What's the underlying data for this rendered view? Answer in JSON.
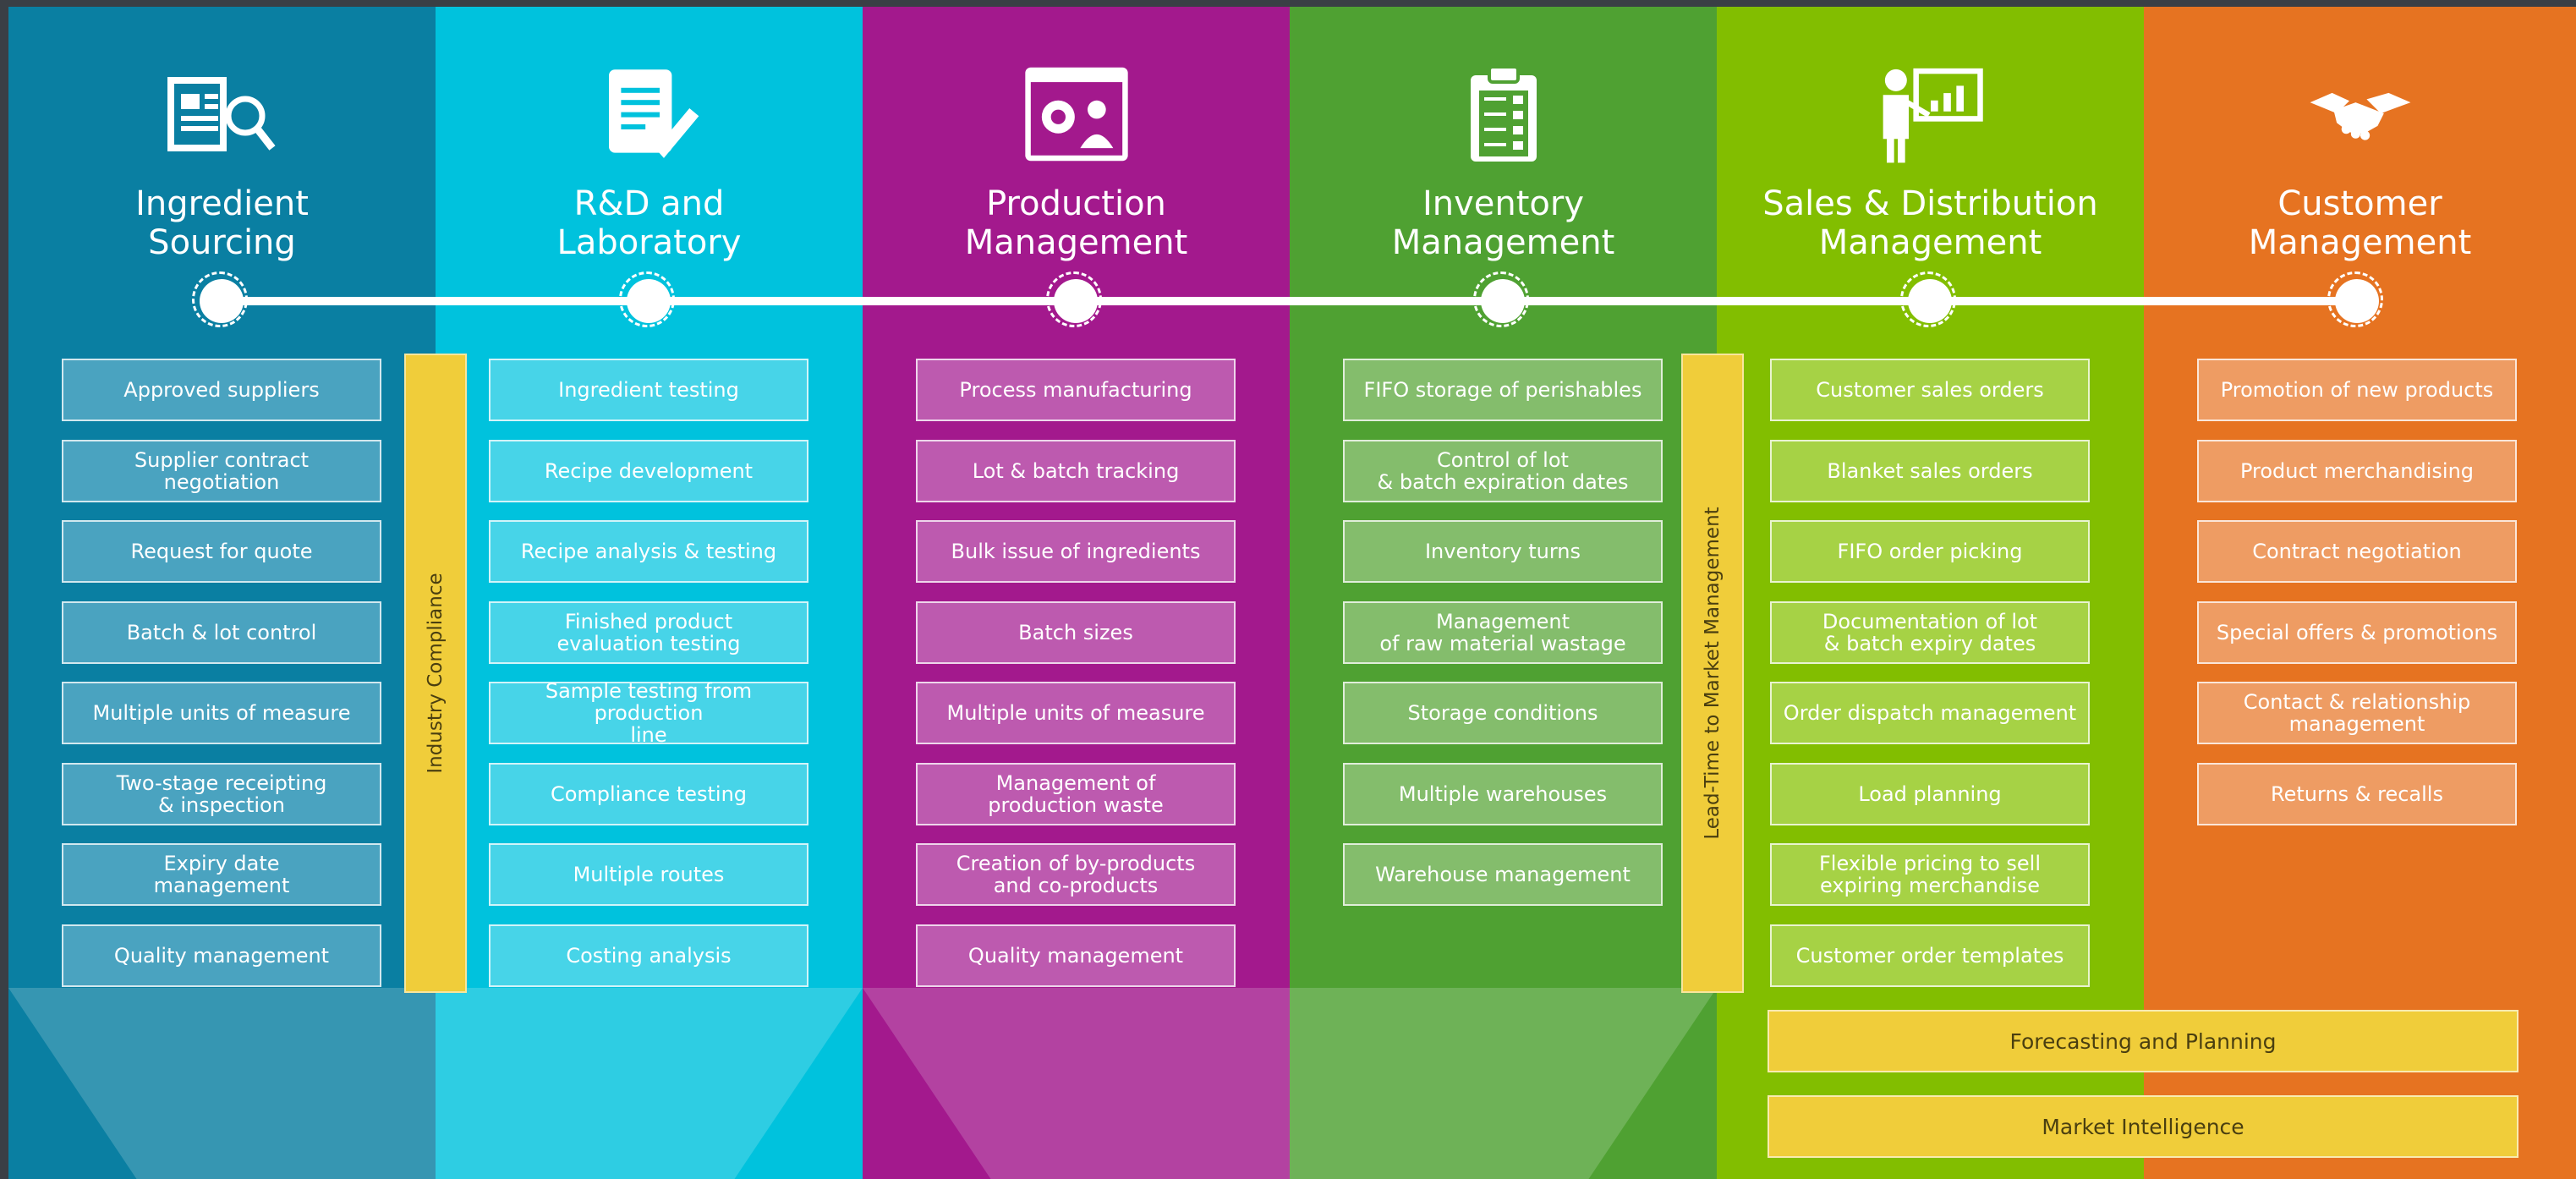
{
  "columns": [
    {
      "key": "sourcing",
      "title_lines": [
        "Ingredient",
        "Sourcing"
      ],
      "icon": "catalog-search-icon",
      "color": "#0a7fa2",
      "box_color": "#4aa3c0",
      "items": [
        "Approved suppliers",
        "Supplier contract\nnegotiation",
        "Request for quote",
        "Batch & lot control",
        "Multiple units of measure",
        "Two-stage receipting\n& inspection",
        "Expiry date\nmanagement",
        "Quality management"
      ]
    },
    {
      "key": "rnd",
      "title_lines": [
        "R&D and",
        "Laboratory"
      ],
      "icon": "document-check-icon",
      "color": "#00c2dd",
      "box_color": "#47d4e8",
      "items": [
        "Ingredient testing",
        "Recipe development",
        "Recipe analysis & testing",
        "Finished product\nevaluation testing",
        "Sample testing from production\nline",
        "Compliance testing",
        "Multiple routes",
        "Costing analysis"
      ]
    },
    {
      "key": "production",
      "title_lines": [
        "Production",
        "Management"
      ],
      "icon": "production-gear-user-icon",
      "color": "#a3198d",
      "box_color": "#bd5aaf",
      "items": [
        "Process manufacturing",
        "Lot & batch tracking",
        "Bulk issue of ingredients",
        "Batch sizes",
        "Multiple units of measure",
        "Management of\nproduction waste",
        "Creation of by-products\nand co-products",
        "Quality management"
      ]
    },
    {
      "key": "inventory",
      "title_lines": [
        "Inventory",
        "Management"
      ],
      "icon": "clipboard-checklist-icon",
      "color": "#4fa132",
      "box_color": "#84bd6c",
      "items": [
        "FIFO storage of perishables",
        "Control of lot\n& batch expiration dates",
        "Inventory turns",
        "Management\nof raw material wastage",
        "Storage conditions",
        "Multiple warehouses",
        "Warehouse management"
      ]
    },
    {
      "key": "sales",
      "title_lines": [
        "Sales & Distribution",
        "Management"
      ],
      "icon": "presenter-chart-icon",
      "color": "#82be00",
      "box_color": "#a6d245",
      "items": [
        "Customer sales orders",
        "Blanket sales orders",
        "FIFO order picking",
        "Documentation of lot\n& batch expiry dates",
        "Order dispatch management",
        "Load planning",
        "Flexible pricing to sell\nexpiring merchandise",
        "Customer order templates"
      ]
    },
    {
      "key": "customer",
      "title_lines": [
        "Customer",
        "Management"
      ],
      "icon": "handshake-icon",
      "color": "#e67321",
      "box_color": "#ee9c63",
      "items": [
        "Promotion of new products",
        "Product merchandising",
        "Contract negotiation",
        "Special offers & promotions",
        "Contact & relationship\nmanagement",
        "Returns & recalls"
      ]
    }
  ],
  "vertical_bars": [
    {
      "key": "compliance",
      "label": "Industry Compliance"
    },
    {
      "key": "leadtime",
      "label": "Lead-Time to Market Management"
    }
  ],
  "horizontal_bars": [
    {
      "key": "forecasting",
      "label": "Forecasting and Planning"
    },
    {
      "key": "intelligence",
      "label": "Market Intelligence"
    }
  ],
  "bar_color": "#f0cd3a"
}
